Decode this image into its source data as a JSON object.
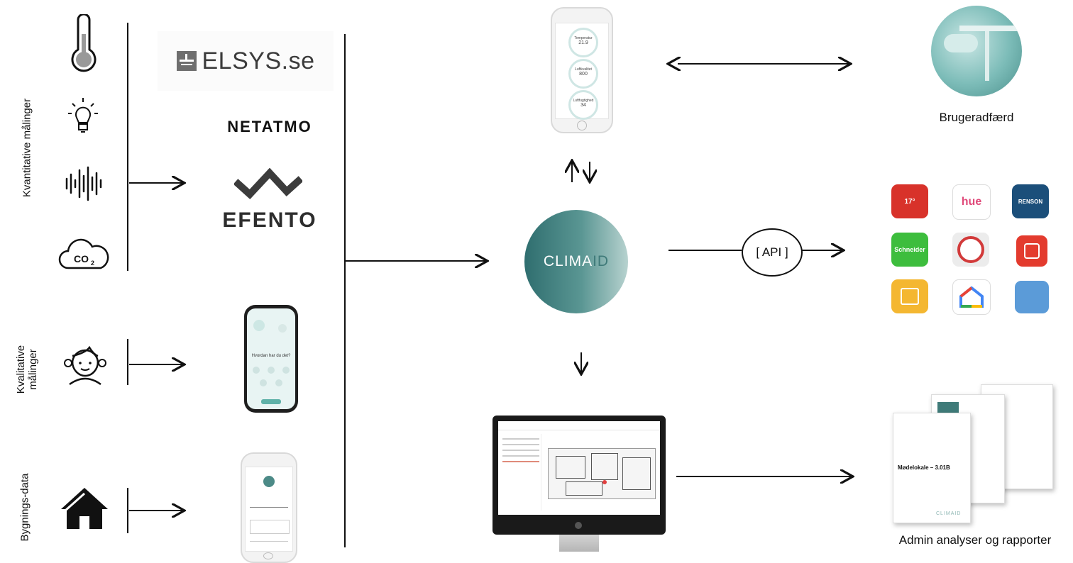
{
  "labels": {
    "quantitative": "Kvantitative målinger",
    "qualitative_line1": "Kvalitative",
    "qualitative_line2": "målinger",
    "building": "Bygnings-data"
  },
  "sensor_brands": {
    "elsys": "ELSYS.se",
    "netatmo": "NETATMO",
    "efento": "EFENTO"
  },
  "hub": {
    "name_part1": "CLIMA",
    "name_part2": "ID"
  },
  "api_label": "[ API ]",
  "captions": {
    "user_behavior": "Brugeradfærd",
    "admin": "Admin analyser og rapporter"
  },
  "phone_app": {
    "question": "Hvordan har du det?",
    "temp_label": "Temperatur",
    "temp_value": "21.9",
    "co2_label": "Luftkvalitet",
    "co2_value": "800",
    "humidity_label": "Luftfugtighed",
    "humidity_value": "34"
  },
  "report": {
    "title": "Mødelokale – 3.01B",
    "brand": "CLIMAID"
  },
  "app_icons": [
    {
      "name": "danfoss",
      "text": "17°",
      "color": "#d8322a"
    },
    {
      "name": "hue",
      "text": "hue",
      "color": "#ffffff"
    },
    {
      "name": "renson",
      "text": "RENSON",
      "color": "#1b4f7a"
    },
    {
      "name": "schneider",
      "text": "Schneider",
      "color": "#3dbd3d"
    },
    {
      "name": "tado",
      "text": "",
      "color": "#e8e8e8"
    },
    {
      "name": "smart-home",
      "text": "",
      "color": "#e33b2e"
    },
    {
      "name": "homekit",
      "text": "",
      "color": "#f4b731"
    },
    {
      "name": "google-home",
      "text": "",
      "color": "#ffffff"
    },
    {
      "name": "blue-app",
      "text": "",
      "color": "#4a90d9"
    }
  ]
}
